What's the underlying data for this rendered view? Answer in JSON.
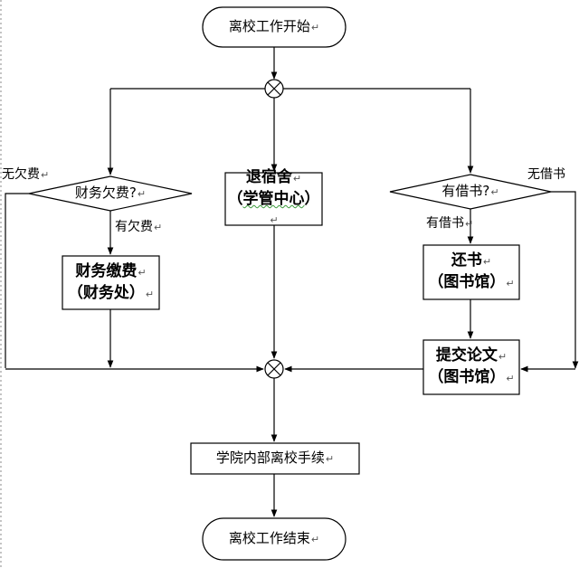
{
  "nodes": {
    "start": "离校工作开始",
    "finance_q": "财务欠费?",
    "dorm_line1": "退宿舍",
    "dorm_line2_pre": "（",
    "dorm_line2_mid": "学管中心",
    "dorm_line2_post": "）",
    "book_q": "有借书?",
    "pay_line1": "财务缴费",
    "pay_line2": "（财务处）",
    "return_line1": "还书",
    "return_line2": "（图书馆）",
    "thesis_line1": "提交论文",
    "thesis_line2": "（图书馆）",
    "college": "学院内部离校手续",
    "end": "离校工作结束"
  },
  "edges": {
    "no_debt": "无欠费",
    "has_debt": "有欠费",
    "has_books": "有借书",
    "no_books": "无借书"
  },
  "marks": {
    "paragraph": "↵"
  }
}
